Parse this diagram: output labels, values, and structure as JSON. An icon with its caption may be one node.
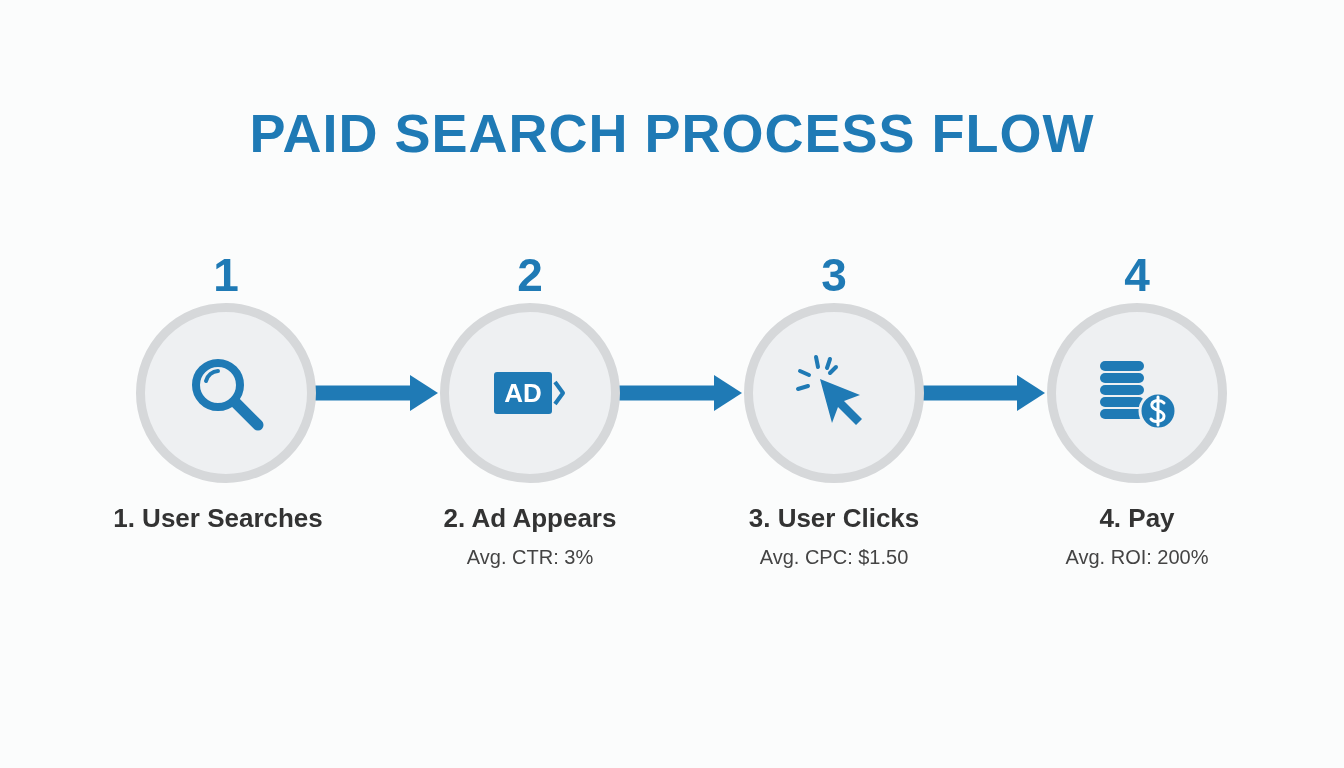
{
  "diagram": {
    "title": "PAID SEARCH PROCESS FLOW",
    "nodes": [
      {
        "text": [
          "1"
        ],
        "beside": [
          "1. User Searches"
        ]
      },
      {
        "text": [
          "2"
        ],
        "beside": [
          "2. Ad Appears",
          "Avg. CTR: 3%"
        ]
      },
      {
        "text": [
          "3"
        ],
        "beside": [
          "3. User Clicks",
          "Avg. CPC: $1.50"
        ]
      },
      {
        "text": [
          "4"
        ],
        "beside": [
          "4. Pay",
          "Avg. ROI: 200%"
        ]
      }
    ],
    "edges": [
      {
        "from": 0,
        "to": 1,
        "arrow": "to"
      },
      {
        "from": 1,
        "to": 2,
        "arrow": "to"
      },
      {
        "from": 2,
        "to": 3,
        "arrow": "to"
      }
    ],
    "labels": [
      "AD"
    ]
  }
}
